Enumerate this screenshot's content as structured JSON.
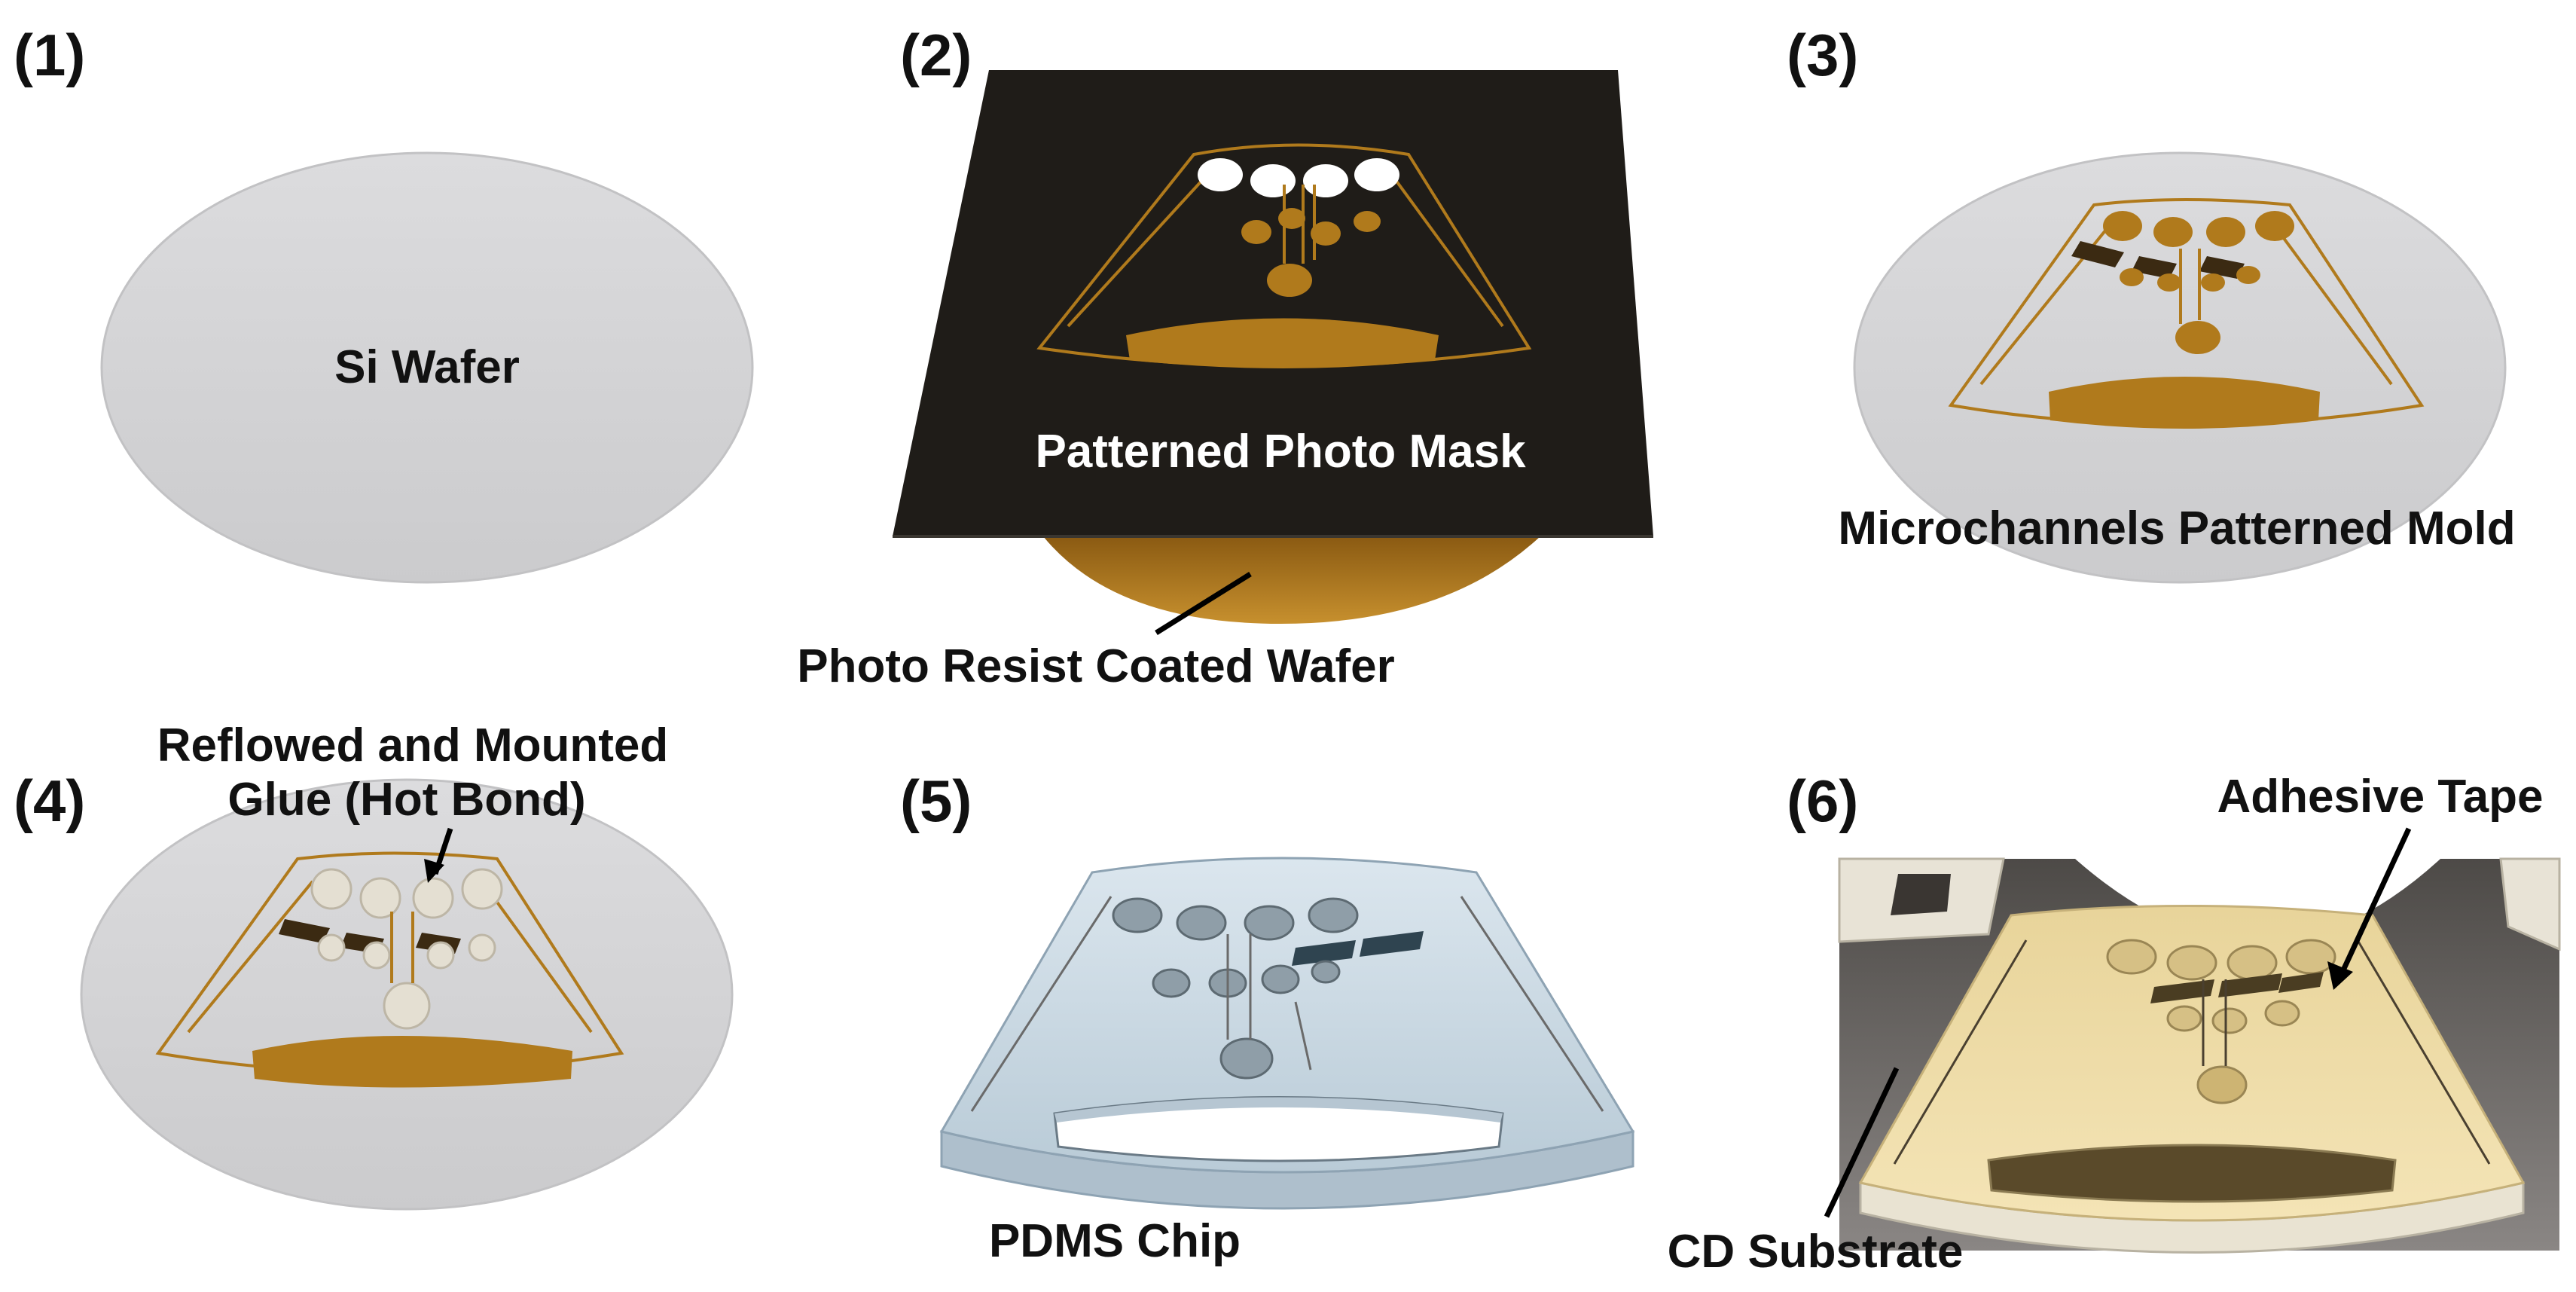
{
  "panels": [
    {
      "number": "(1)",
      "label": "Si Wafer"
    },
    {
      "number": "(2)",
      "label": "Patterned Photo Mask",
      "callout": "Photo Resist Coated Wafer"
    },
    {
      "number": "(3)",
      "label": "Microchannels Patterned Mold"
    },
    {
      "number": "(4)",
      "label_line1": "Reflowed and Mounted",
      "label_line2": "Glue (Hot Bond)"
    },
    {
      "number": "(5)",
      "label": "PDMS Chip"
    },
    {
      "number": "(6)",
      "label": "Adhesive Tape",
      "callout": "CD Substrate"
    }
  ],
  "colors": {
    "wafer": "#d4d4d6",
    "photoresist": "#b07a1c",
    "mask": "#1f1c18",
    "pdms": "#c9d8e2",
    "glue": "#e2dccd",
    "tape": "#eedaa0",
    "cd_substrate": "#767372"
  }
}
